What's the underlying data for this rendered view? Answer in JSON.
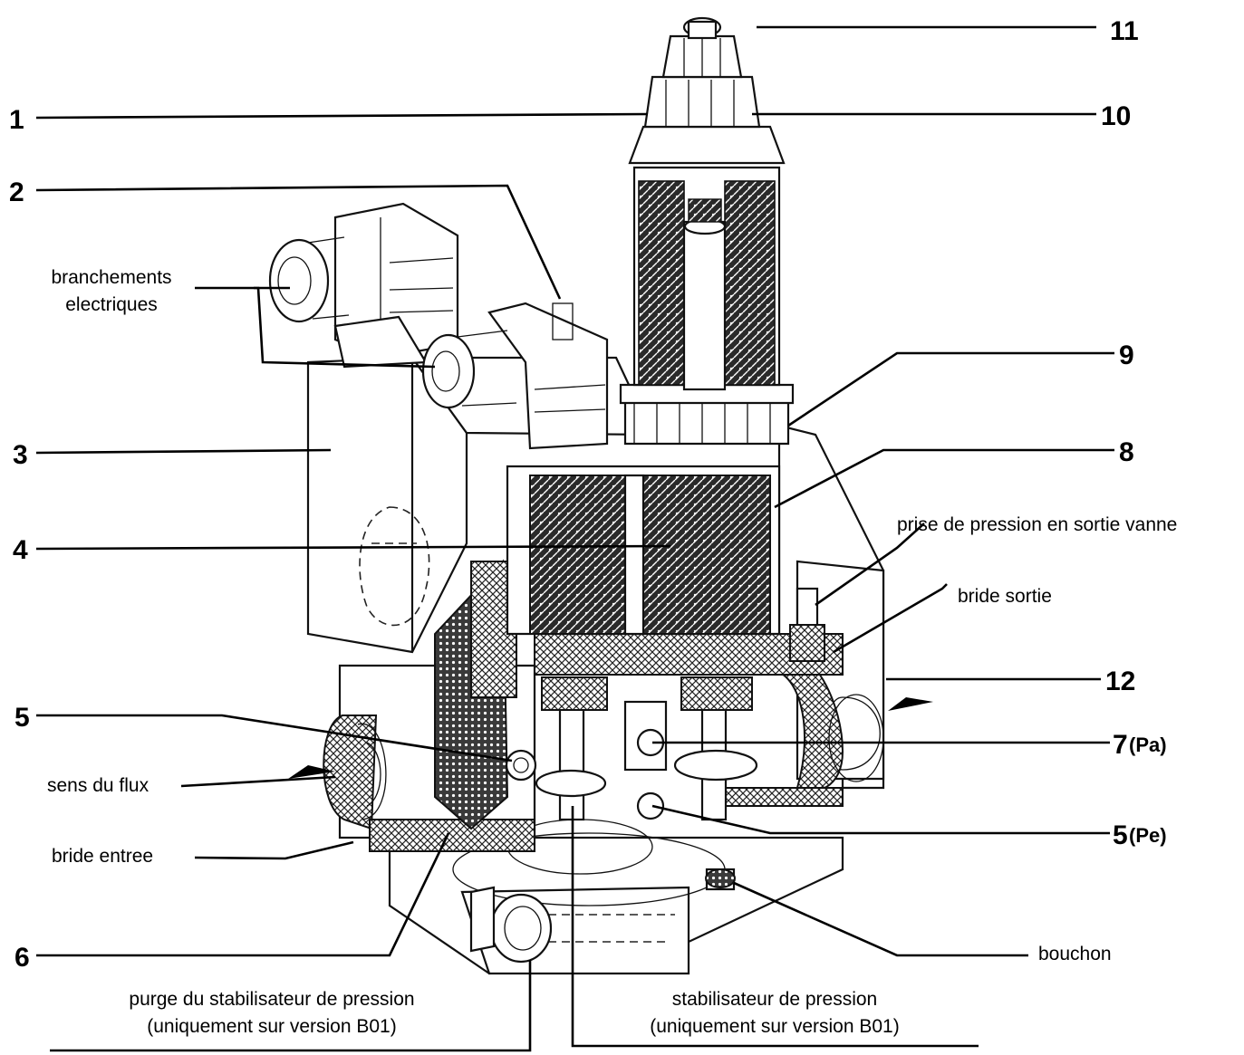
{
  "diagram": {
    "callouts": {
      "n1": "1",
      "n2": "2",
      "n3": "3",
      "n4": "4",
      "n5": "5",
      "n6": "6",
      "n7": "7",
      "n7_suffix": "(Pa)",
      "n5b": "5",
      "n5b_suffix": "(Pe)",
      "n8": "8",
      "n9": "9",
      "n10": "10",
      "n11": "11",
      "n12": "12"
    },
    "labels": {
      "branchements_line1": "branchements",
      "branchements_line2": "electriques",
      "sens_du_flux": "sens du flux",
      "bride_entree": "bride entree",
      "prise_de_pression": "prise de pression en sortie vanne",
      "bride_sortie": "bride sortie",
      "bouchon": "bouchon",
      "purge_line1": "purge du stabilisateur de pression",
      "purge_line2": "(uniquement sur version B01)",
      "stabilisateur_line1": "stabilisateur de pression",
      "stabilisateur_line2": "(uniquement sur version B01)"
    }
  }
}
